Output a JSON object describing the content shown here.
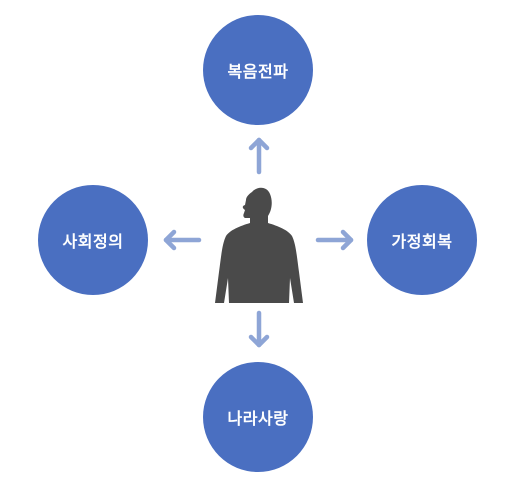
{
  "diagram": {
    "center": {
      "icon": "person-silhouette-icon"
    },
    "nodes": {
      "top": "복음전파",
      "left": "사회정의",
      "right": "가정회복",
      "bottom": "나라사랑"
    },
    "colors": {
      "node": "#4a6fc1",
      "arrow": "#8ea5d6",
      "person": "#4a4a4a"
    }
  }
}
